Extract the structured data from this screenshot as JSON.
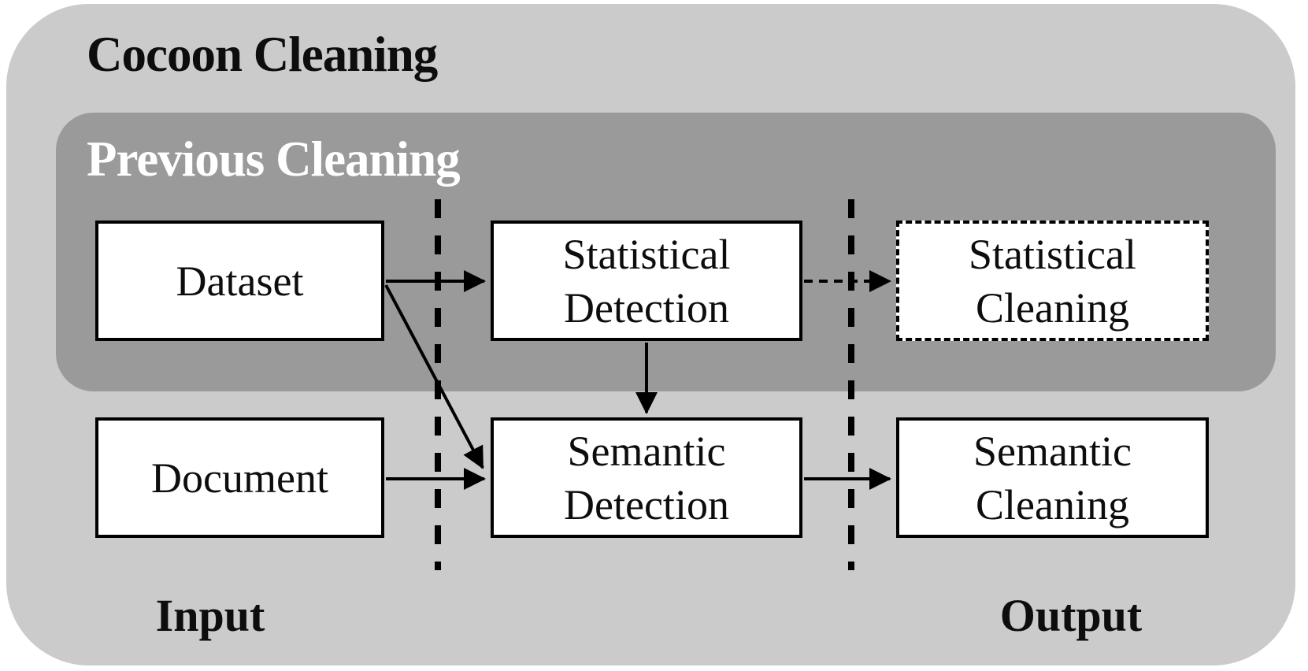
{
  "diagram": {
    "title": "Cocoon Cleaning",
    "inner_group_label": "Previous Cleaning",
    "input_label": "Input",
    "output_label": "Output",
    "nodes": [
      {
        "id": "dataset",
        "lines": [
          "Dataset"
        ],
        "border": "solid"
      },
      {
        "id": "statistical-detection",
        "lines": [
          "Statistical",
          "Detection"
        ],
        "border": "solid"
      },
      {
        "id": "statistical-cleaning",
        "lines": [
          "Statistical",
          "Cleaning"
        ],
        "border": "dashed"
      },
      {
        "id": "document",
        "lines": [
          "Document"
        ],
        "border": "solid"
      },
      {
        "id": "semantic-detection",
        "lines": [
          "Semantic",
          "Detection"
        ],
        "border": "solid"
      },
      {
        "id": "semantic-cleaning",
        "lines": [
          "Semantic",
          "Cleaning"
        ],
        "border": "solid"
      }
    ],
    "edges": [
      {
        "from": "dataset",
        "to": "statistical-detection",
        "style": "solid"
      },
      {
        "from": "dataset",
        "to": "semantic-detection",
        "style": "solid"
      },
      {
        "from": "statistical-detection",
        "to": "statistical-cleaning",
        "style": "dashed"
      },
      {
        "from": "statistical-detection",
        "to": "semantic-detection",
        "style": "solid"
      },
      {
        "from": "document",
        "to": "semantic-detection",
        "style": "solid"
      },
      {
        "from": "semantic-detection",
        "to": "semantic-cleaning",
        "style": "solid"
      }
    ],
    "dividers": [
      "input-boundary",
      "output-boundary"
    ]
  },
  "colors": {
    "outer_bg": "#cbcbcb",
    "inner_bg": "#9a9a9a",
    "node_bg": "#ffffff",
    "node_border": "#000000",
    "title_color": "#0d0d0d",
    "inner_title_color": "#ffffff",
    "label_color": "#0d0d0d"
  }
}
